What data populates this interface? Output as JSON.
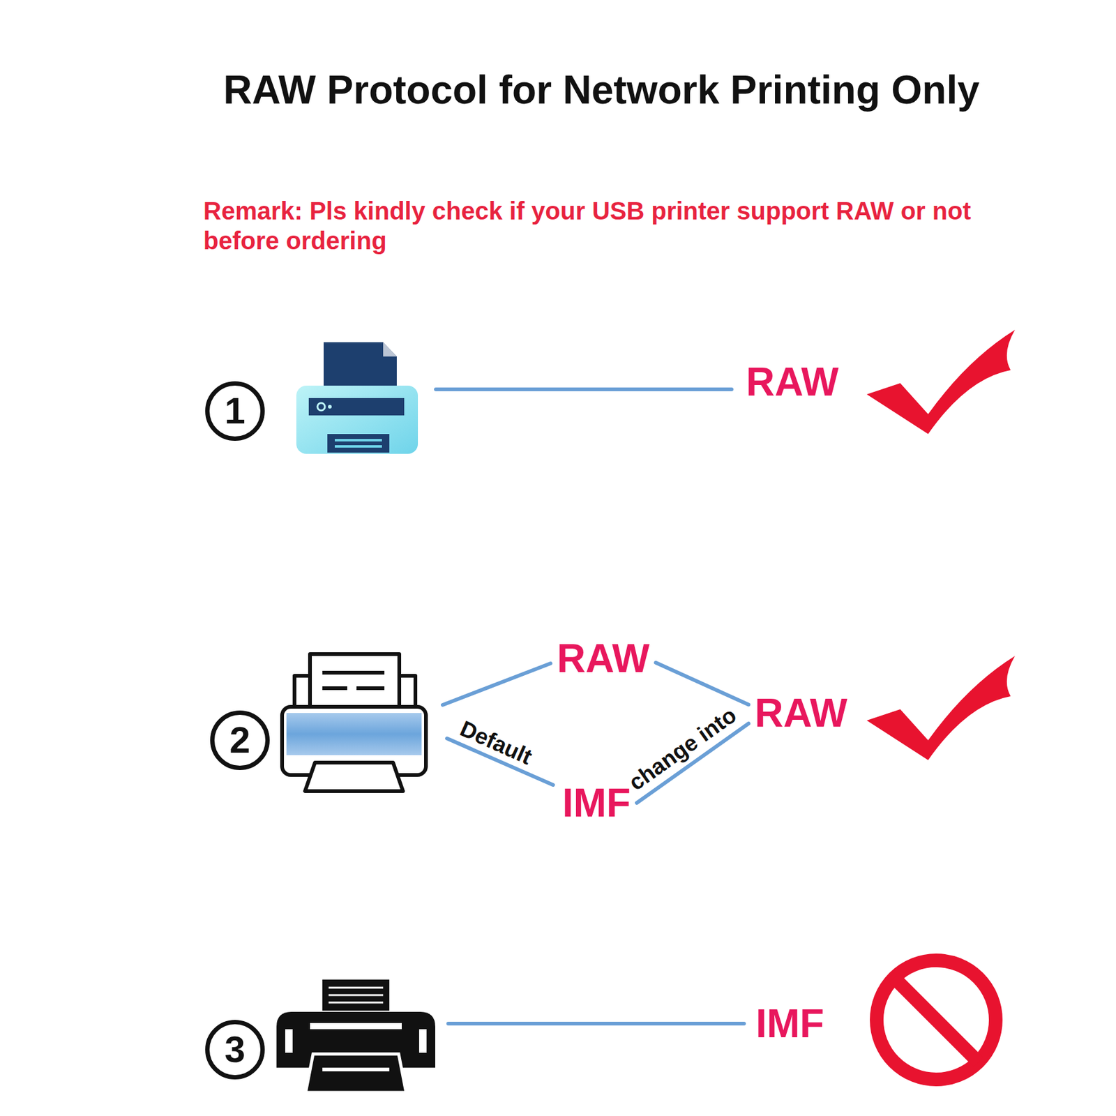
{
  "diagram": {
    "title": "RAW Protocol for Network Printing Only",
    "nodes": [
      {
        "text": [
          "1"
        ]
      },
      {
        "text": [
          "RAW"
        ]
      },
      {
        "text": [
          "RAW"
        ]
      },
      {
        "text": [
          "2"
        ]
      },
      {
        "text": [
          "RAW"
        ]
      },
      {
        "text": [
          "IMF"
        ]
      },
      {
        "text": [
          "3"
        ]
      },
      {
        "text": [
          "IMF"
        ]
      }
    ],
    "edges": [
      {
        "from": 2,
        "to": 4,
        "arrow": "none"
      },
      {
        "from": 5,
        "to": 4,
        "label": "change into",
        "arrow": "none"
      }
    ],
    "labels": [
      "Remark: Pls kindly check if your USB printer support RAW or not before ordering",
      "Default"
    ]
  }
}
